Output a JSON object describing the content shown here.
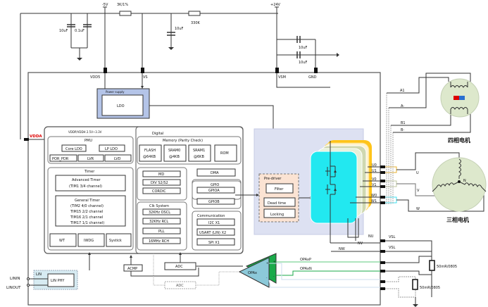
{
  "power": {
    "neg5v": "-5V",
    "res1": "3K/1%",
    "res2": "330K",
    "pos24v": "+24V",
    "cap_a": "10uF",
    "cap_b": "0.1uF",
    "cap_c": "10uF",
    "cap_d": "10uF",
    "cap_e": "10uF"
  },
  "pins": {
    "vdd5": "VDD5",
    "vs": "VS",
    "vsm": "VSM",
    "gnd": "GND",
    "vdda": "VDDA",
    "linin": "LININ",
    "linout": "LINOUT",
    "u0": "U0",
    "u1": "U1",
    "v0": "V0",
    "v1": "V1",
    "w0": "W0",
    "w1": "W1",
    "vsl1": "VSL",
    "vsl2": "VSL",
    "nu": "NU",
    "nv": "NV",
    "nw": "NW",
    "opaop": "OPAxP",
    "opaon": "OPAxN"
  },
  "power_supply": {
    "title": "Power supply",
    "ldo": "LDO"
  },
  "mcu": {
    "supply_label": "VDDP/VDDH 2.5V~3.3V",
    "pmu": {
      "title": "PMU",
      "items": [
        "Core LDO",
        "LP LDO",
        "POR_PDR",
        "LVR",
        "LVD"
      ]
    },
    "timer": {
      "title": "Timer",
      "advanced_title": "Advanced Timer",
      "advanced_detail": "(TIM1 3/4 channel)",
      "general_title": "General Timer",
      "general_lines": [
        "(TIM2 4/0 channel)",
        "TIM15 2/2 channel",
        "TIM16 2/1 channel",
        "TIM17 1/1 channel)"
      ],
      "bottom": [
        "WT",
        "IWDG",
        "Systick"
      ]
    },
    "digital": {
      "title": "Digital",
      "memory_title": "Memory (Parity Check)",
      "memory": [
        {
          "line1": "FLASH",
          "line2": "@64KB"
        },
        {
          "line1": "SRAM0",
          "line2": "@4KB"
        },
        {
          "line1": "SRAM1",
          "line2": "@6KB"
        },
        {
          "line1": "ROM",
          "line2": ""
        }
      ],
      "math": [
        "MD",
        "DIV S2/S2",
        "CORDIC"
      ],
      "dma": "DMA",
      "gpio_title": "GPIO",
      "gpio": [
        "GPIOA",
        "GPIOB"
      ],
      "clk_title": "Clk System",
      "clk": [
        "32KHz OSCL",
        "32KHz RCL",
        "PLL",
        "16MHz RCH"
      ],
      "comm_title": "Communication",
      "comm": [
        "I2C X1",
        "USART (LIN) X2",
        "SPI X1"
      ]
    }
  },
  "predriver": {
    "title": "Pre-driver",
    "items": [
      "Filter",
      "Dead time",
      "Locking"
    ]
  },
  "analog": {
    "acmp": "ACMP",
    "adc1": "ADC",
    "adc2": "ADC",
    "opa": "OPAx"
  },
  "lin": {
    "label": "LIN",
    "phy": "LIN PHY"
  },
  "motors": {
    "four_phase": {
      "label": "四相电机",
      "wires": [
        "A1",
        "A-",
        "B1",
        "B-"
      ]
    },
    "three_phase": {
      "label": "三相电机",
      "wires": [
        "U",
        "V",
        "W"
      ],
      "neutral": "N"
    }
  },
  "shunts": {
    "r1": "50mR/0805",
    "r2": "50mR/0805"
  },
  "colors": {
    "vdda_red": "#dd0000",
    "power_fill": "#b4c4e8",
    "bridge_cyan": "#22e8f0",
    "bridge_yellow": "#ffc41a",
    "opa_blue": "#8cc9d9",
    "opa_green": "#1aaa4a",
    "predriver_fill": "#fbe3d3",
    "motor_fill": "#dde8cc"
  }
}
